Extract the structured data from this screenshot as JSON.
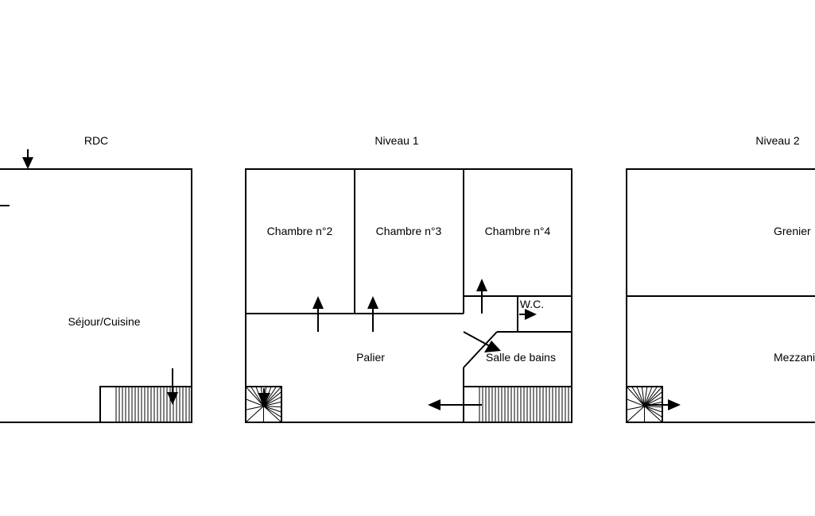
{
  "levels": {
    "rdc": {
      "title": "RDC",
      "rooms": {
        "sejour": "Séjour/Cuisine"
      }
    },
    "niveau1": {
      "title": "Niveau 1",
      "rooms": {
        "chambre2": "Chambre n°2",
        "chambre3": "Chambre n°3",
        "chambre4": "Chambre n°4",
        "wc": "W.C.",
        "palier": "Palier",
        "salle_de_bains": "Salle de bains"
      }
    },
    "niveau2": {
      "title": "Niveau 2",
      "rooms": {
        "grenier": "Grenier",
        "mezzanine": "Mezzanine"
      }
    }
  }
}
